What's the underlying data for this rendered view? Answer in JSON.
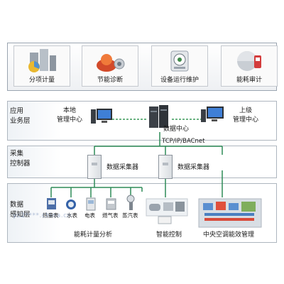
{
  "top_items": [
    {
      "label": "分项计量",
      "icon": "building-chart-icon"
    },
    {
      "label": "节能诊断",
      "icon": "diagnosis-lamp-icon"
    },
    {
      "label": "设备运行维护",
      "icon": "device-meter-icon"
    },
    {
      "label": "能耗审计",
      "icon": "energy-globe-icon"
    }
  ],
  "layers": {
    "application": "应用\n业务层",
    "collection": "采集\n控制器",
    "data": "数据\n感知层"
  },
  "nodes": {
    "local_center": "本地\n管理中心",
    "data_center": "数据中心",
    "upper_center": "上级\n管理中心",
    "protocol": "TCP/IP/BACnet",
    "collector_1": "数据采集器",
    "collector_2": "数据采集器"
  },
  "meters": [
    "热量表",
    "水表",
    "电表",
    "燃气表",
    "蒸汽表"
  ],
  "bottom_labels": {
    "energy_analysis": "能耗计量分析",
    "smart_control": "智能控制",
    "hvac": "中央空调能效管理"
  },
  "watermark": "yc2****.china.cn",
  "colors": {
    "line_green": "#2e8b57",
    "line_dashed": "#3a9a58",
    "panel_border": "#aeb6bf"
  }
}
